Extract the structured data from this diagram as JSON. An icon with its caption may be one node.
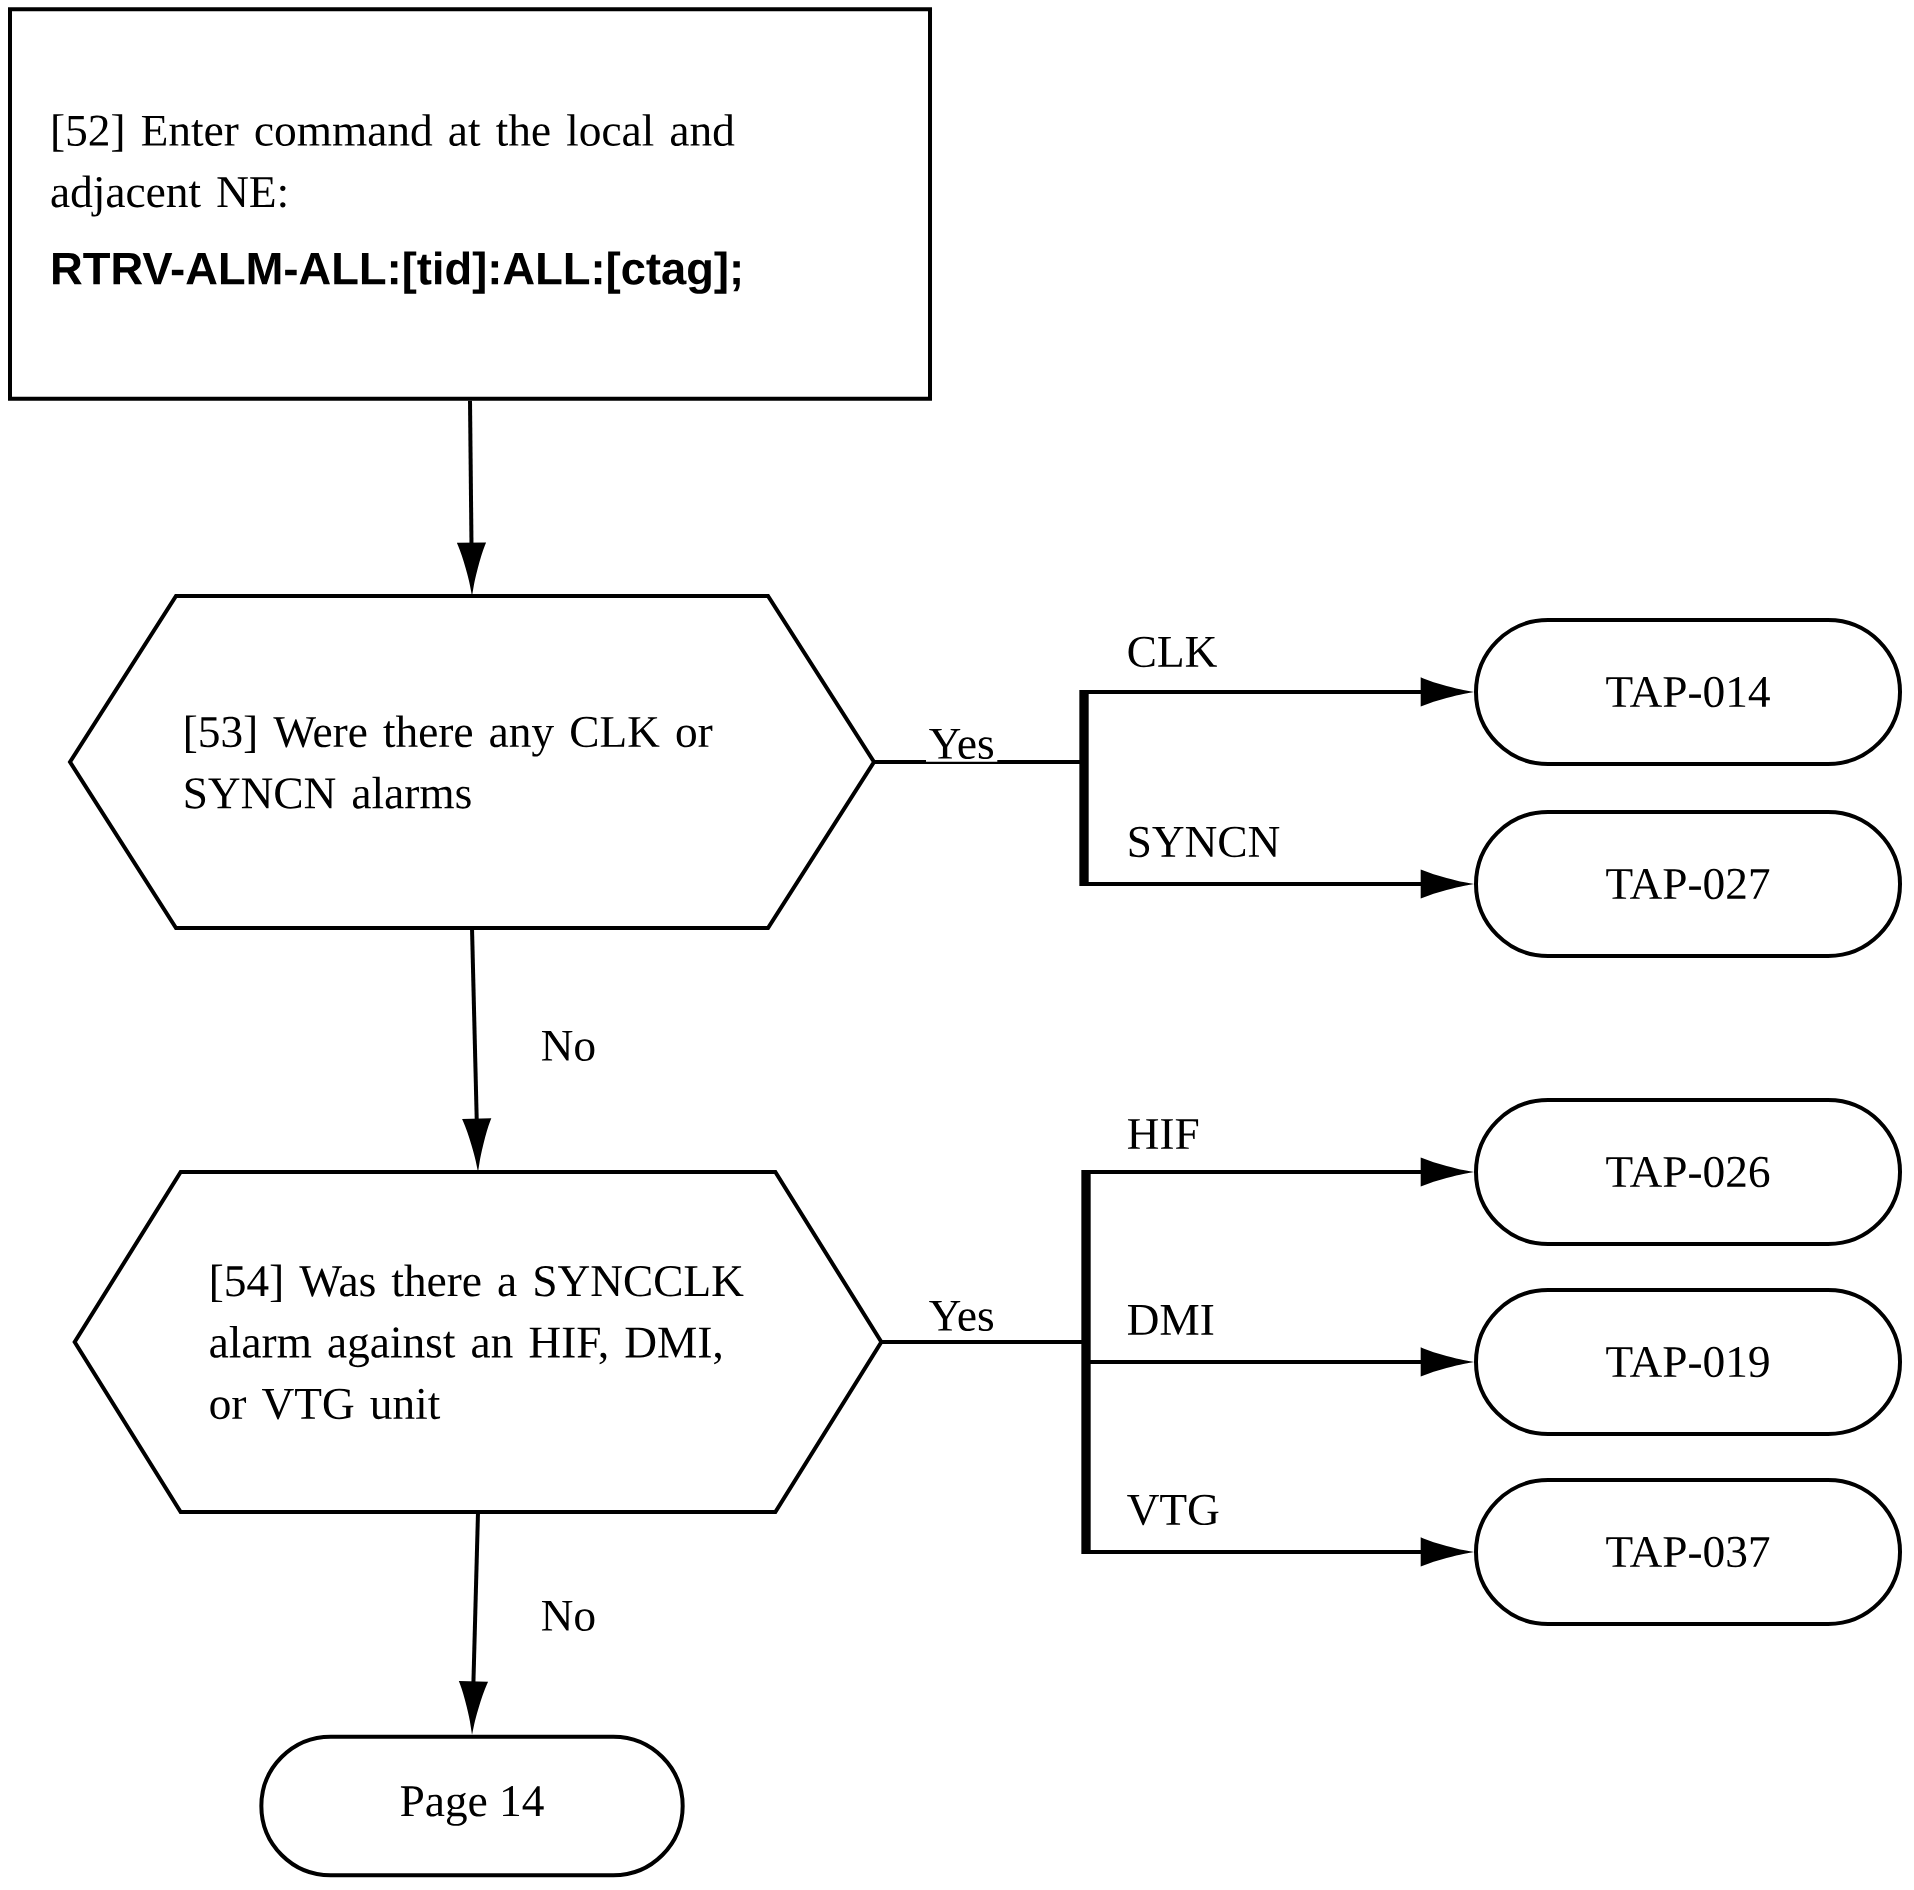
{
  "diagram": {
    "nodes": [
      {
        "text": [
          "[52] Enter command at the local and adjacent NE:",
          "RTRV-ALM-ALL:[tid]:ALL:[ctag];"
        ]
      },
      {
        "text": [
          "[53] Were there any CLK or SYNCN alarms"
        ]
      },
      {
        "text": [
          "TAP-014"
        ]
      },
      {
        "text": [
          "TAP-027"
        ]
      },
      {
        "text": [
          "[54] Was there a SYNCCLK alarm against an HIF, DMI, or VTG unit"
        ]
      },
      {
        "text": [
          "TAP-026"
        ]
      },
      {
        "text": [
          "TAP-019"
        ]
      },
      {
        "text": [
          "TAP-037"
        ]
      },
      {
        "text": [
          "Page 14"
        ]
      }
    ],
    "edges": [
      {
        "from": 0,
        "to": 1,
        "arrow": "to"
      },
      {
        "from": 1,
        "to": 2,
        "arrow": "to",
        "label": "CLK"
      },
      {
        "from": 1,
        "to": 3,
        "arrow": "to",
        "label": "SYNCN"
      },
      {
        "from": 1,
        "to": 4,
        "arrow": "to",
        "label": "No"
      },
      {
        "from": 4,
        "to": 5,
        "arrow": "to",
        "label": "HIF"
      },
      {
        "from": 4,
        "to": 6,
        "arrow": "to",
        "label": "DMI"
      },
      {
        "from": 4,
        "to": 7,
        "arrow": "to",
        "label": "VTG"
      },
      {
        "from": 4,
        "to": 8,
        "arrow": "to",
        "label": "No"
      }
    ],
    "labels": [
      "Yes",
      "Yes"
    ]
  }
}
